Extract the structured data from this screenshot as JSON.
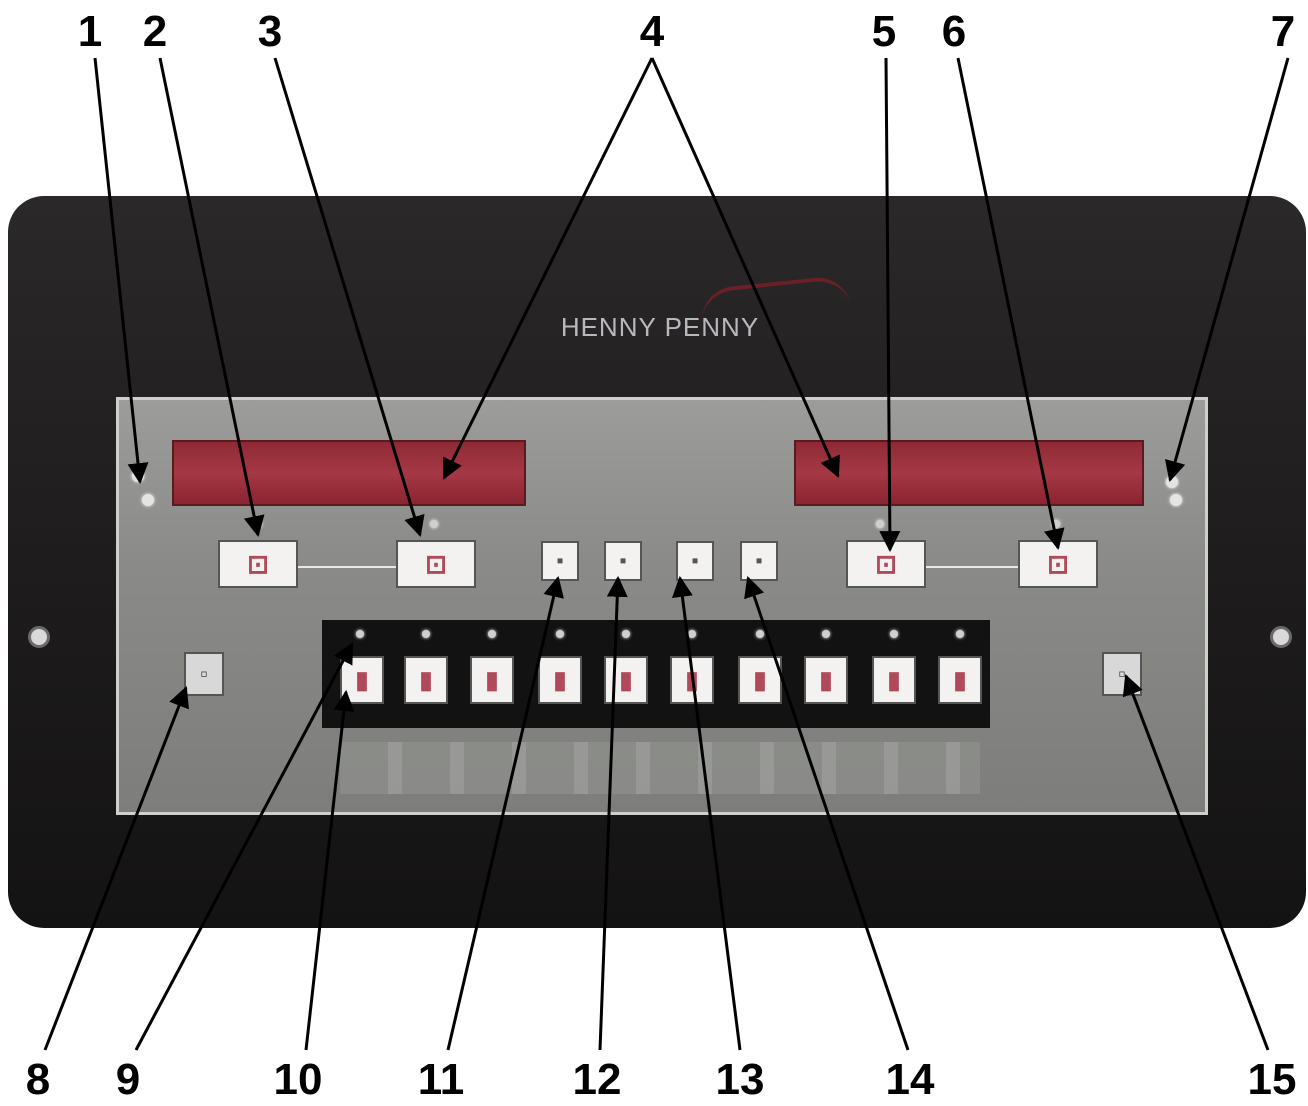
{
  "brand": "HENNY PENNY",
  "callouts": {
    "c1": "1",
    "c2": "2",
    "c3": "3",
    "c4": "4",
    "c5": "5",
    "c6": "6",
    "c7": "7",
    "c8": "8",
    "c9": "9",
    "c10": "10",
    "c11": "11",
    "c12": "12",
    "c13": "13",
    "c14": "14",
    "c15": "15"
  },
  "colors": {
    "display": "#a53845",
    "housing": "#1d1b1b",
    "faceplate": "#8a8b88",
    "leader": "#000000"
  },
  "icons": {
    "left_side_key": "left-side-key",
    "right_side_key": "right-side-key"
  }
}
